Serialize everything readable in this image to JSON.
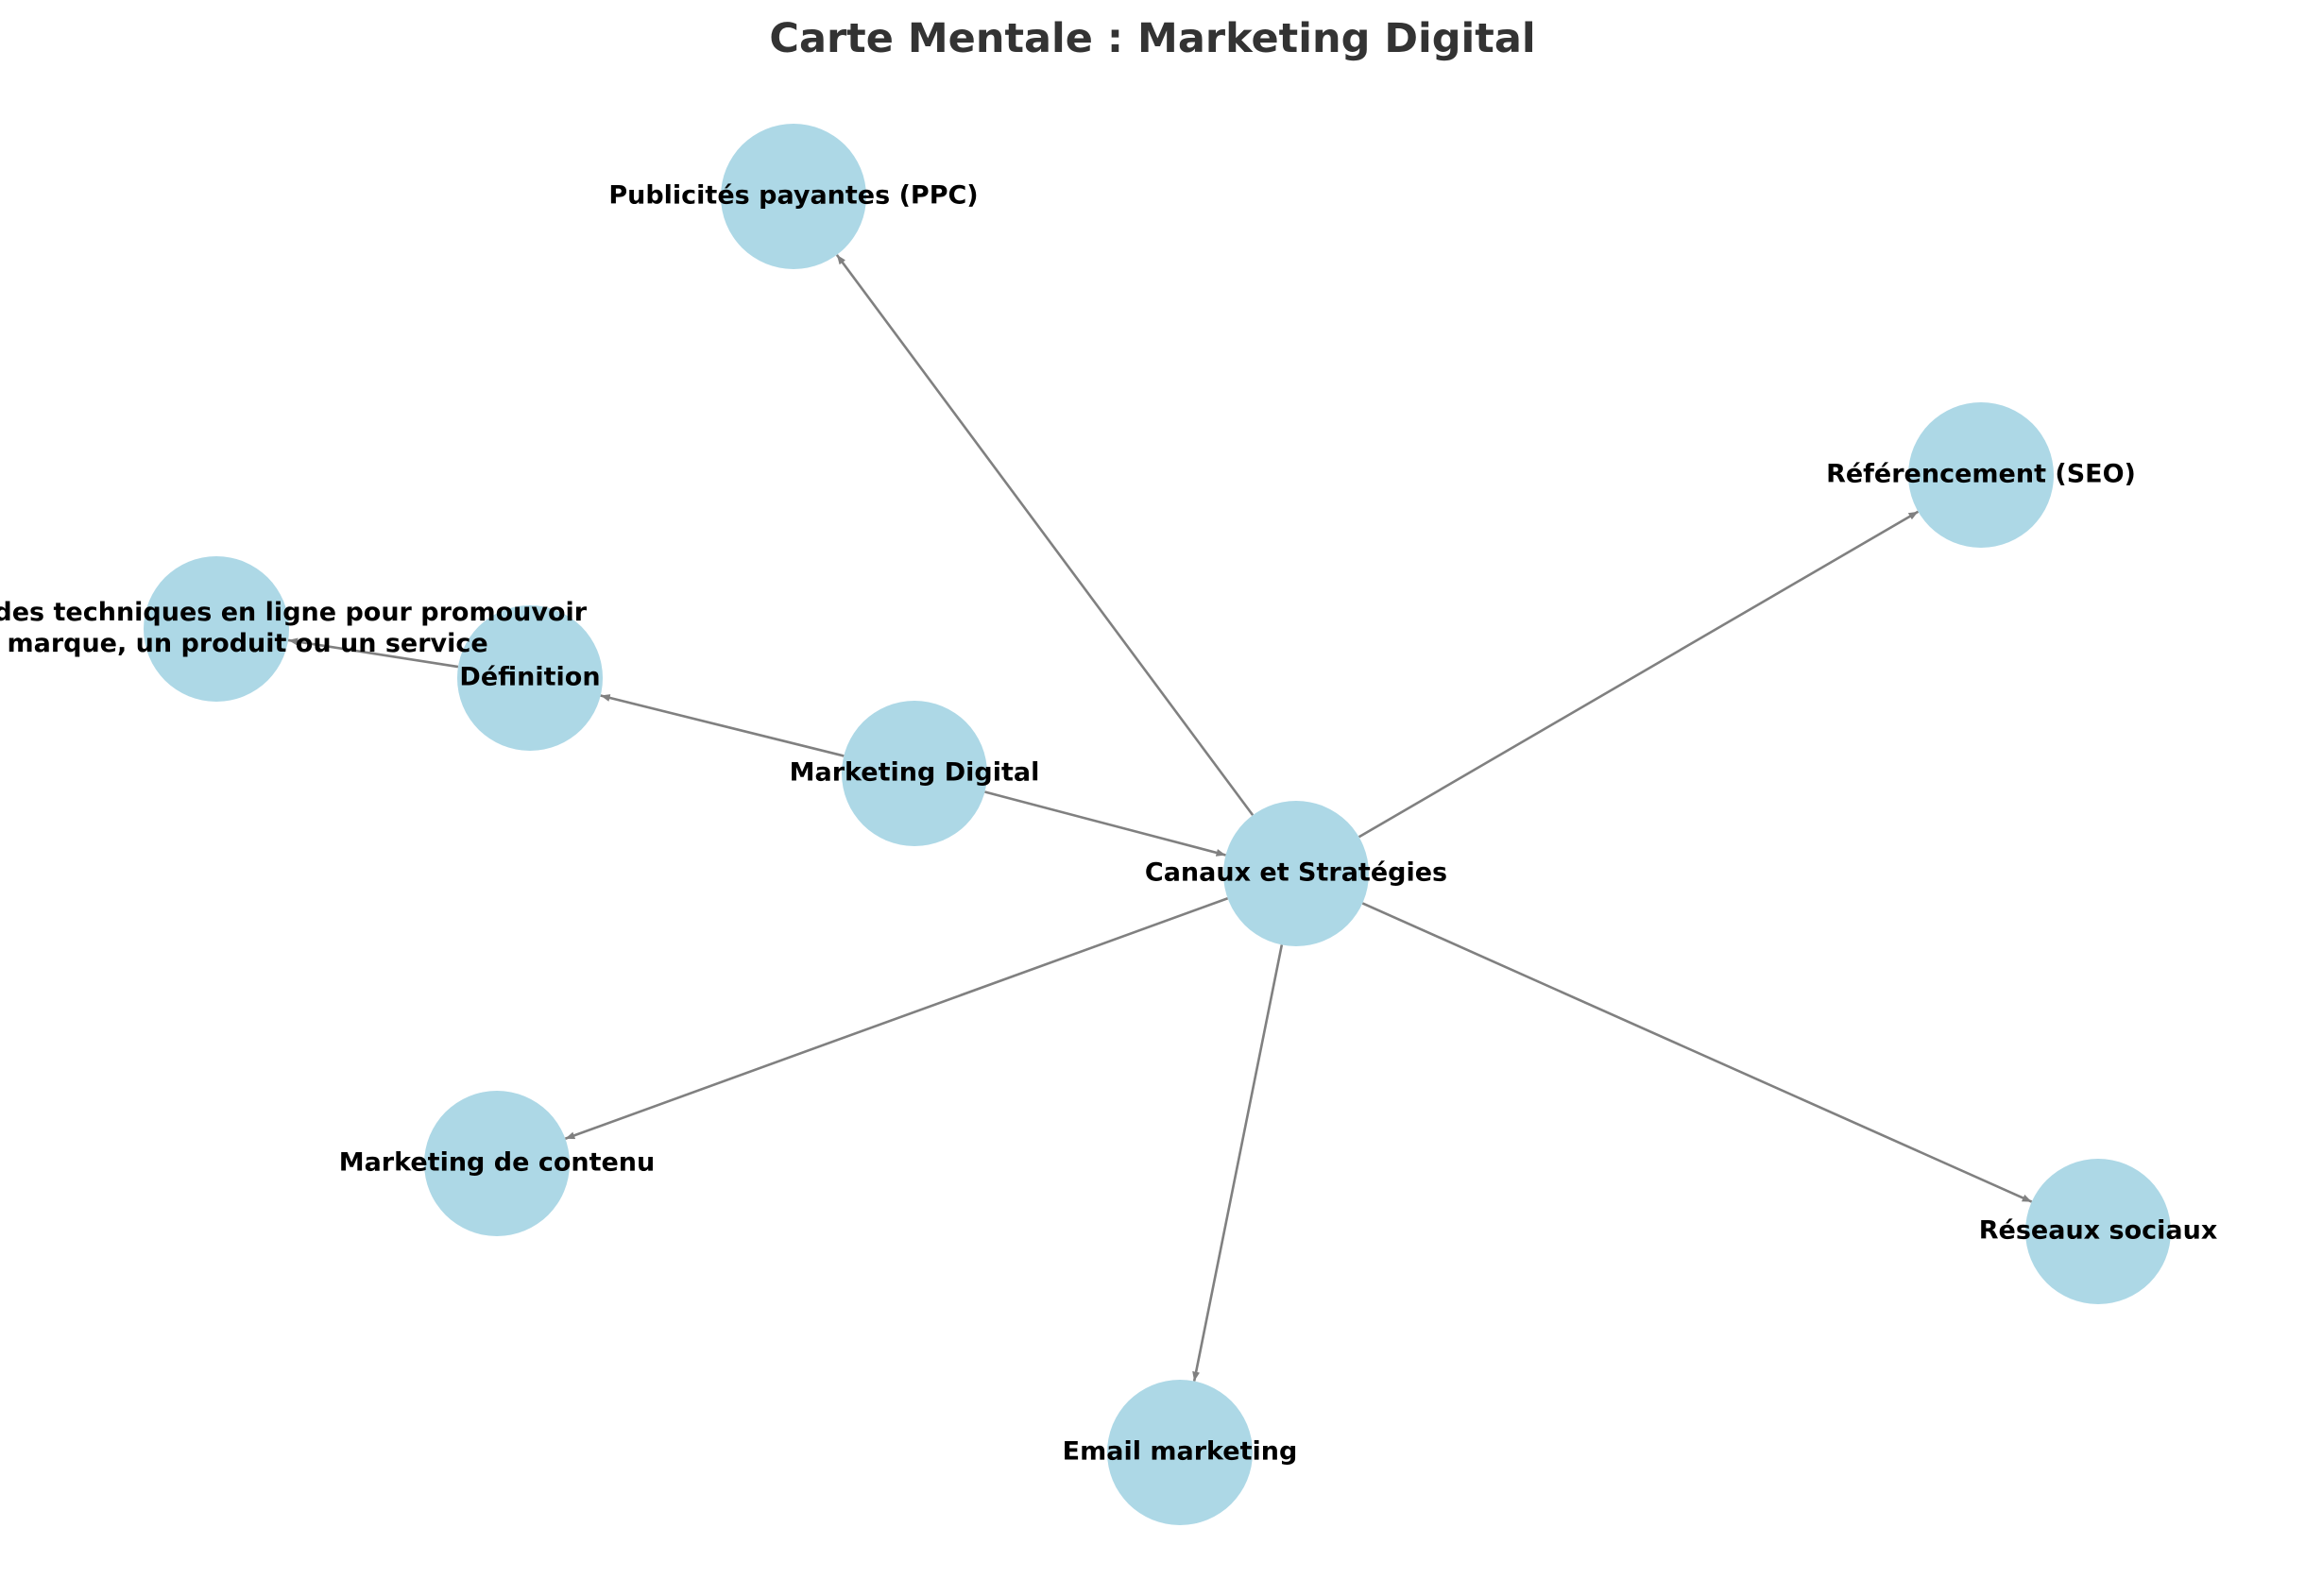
{
  "title": "Carte Mentale : Marketing Digital",
  "colors": {
    "node_fill": "#add8e6",
    "edge": "#808080",
    "title_text": "#333333",
    "label_text": "#000000"
  },
  "nodes": [
    {
      "id": "root",
      "label": "Marketing Digital"
    },
    {
      "id": "definition",
      "label": "Définition"
    },
    {
      "id": "definition-text",
      "label_lines": [
        "Ensemble des techniques en ligne pour promouvoir",
        "une marque, un produit ou un service"
      ]
    },
    {
      "id": "channels",
      "label": "Canaux et Stratégies"
    },
    {
      "id": "seo",
      "label": "Référencement (SEO)"
    },
    {
      "id": "ppc",
      "label": "Publicités payantes (PPC)"
    },
    {
      "id": "content",
      "label": "Marketing de contenu"
    },
    {
      "id": "email",
      "label": "Email marketing"
    },
    {
      "id": "social",
      "label": "Réseaux sociaux"
    }
  ],
  "edges": [
    {
      "from": "root",
      "to": "definition"
    },
    {
      "from": "definition",
      "to": "definition-text"
    },
    {
      "from": "root",
      "to": "channels"
    },
    {
      "from": "channels",
      "to": "ppc"
    },
    {
      "from": "channels",
      "to": "seo"
    },
    {
      "from": "channels",
      "to": "content"
    },
    {
      "from": "channels",
      "to": "email"
    },
    {
      "from": "channels",
      "to": "social"
    }
  ]
}
